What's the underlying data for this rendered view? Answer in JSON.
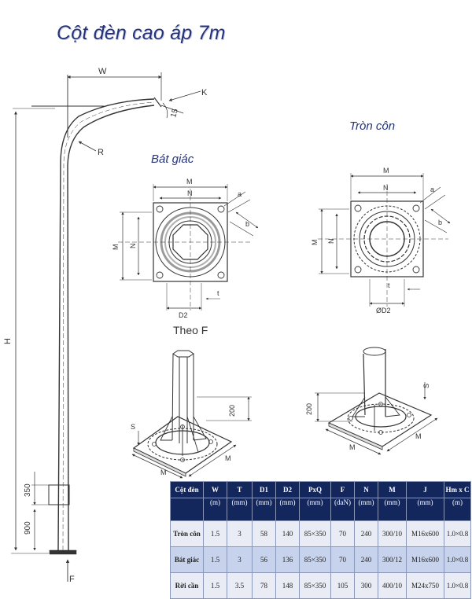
{
  "title": "Cột đèn cao áp 7m",
  "views": {
    "octagonal": "Bát giác",
    "conical": "Tròn côn",
    "theo_f": "Theo F"
  },
  "dimension_labels": {
    "W": "W",
    "K": "K",
    "fifteen": "15",
    "R": "R",
    "H": "H",
    "door": "350",
    "base_height": "900",
    "F": "F",
    "M": "M",
    "N": "N",
    "a": "a",
    "b": "b",
    "t": "t",
    "D2": "D2",
    "D2_dia": "ØD2",
    "S": "S",
    "h200": "200"
  },
  "table": {
    "headers": [
      "Cột đèn",
      "W",
      "T",
      "D1",
      "D2",
      "PxQ",
      "F",
      "N",
      "M",
      "J",
      "Hm x C"
    ],
    "units": [
      "",
      "(m)",
      "(mm)",
      "(mm)",
      "(mm)",
      "(mm)",
      "(daN)",
      "(mm)",
      "(mm)",
      "(mm)",
      "(m)"
    ],
    "rows": [
      [
        "Tròn côn",
        "1.5",
        "3",
        "58",
        "140",
        "85×350",
        "70",
        "240",
        "300/10",
        "M16x600",
        "1.0×0.8"
      ],
      [
        "Bát giác",
        "1.5",
        "3",
        "56",
        "136",
        "85×350",
        "70",
        "240",
        "300/12",
        "M16x600",
        "1.0×0.8"
      ],
      [
        "Rời cần",
        "1.5",
        "3.5",
        "78",
        "148",
        "85×350",
        "105",
        "300",
        "400/10",
        "M24x750",
        "1.0×0.8"
      ]
    ]
  },
  "colors": {
    "title": "#24337a",
    "table_header": "#14275c",
    "line": "#333333"
  }
}
